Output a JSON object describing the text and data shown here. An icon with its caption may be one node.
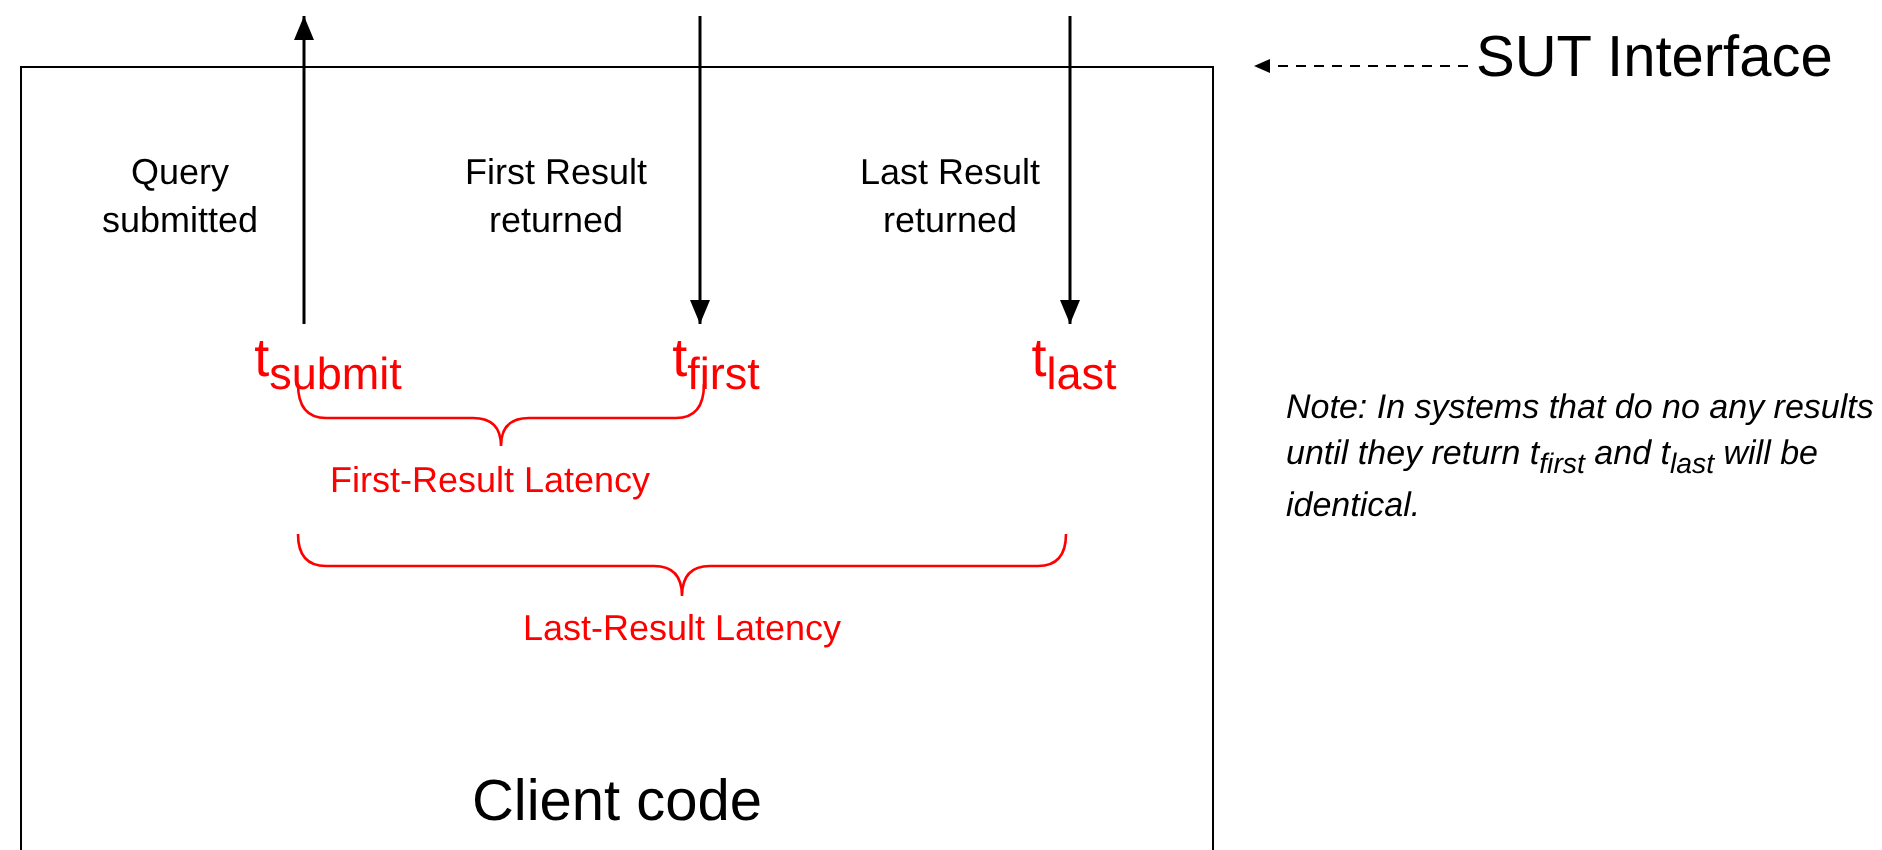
{
  "diagram": {
    "nodes": [
      {
        "text": [
          "Client code"
        ]
      },
      {
        "text": [
          "t$_{submit}$"
        ],
        "in": 0
      },
      {
        "text": [
          "t$_{first}$"
        ],
        "in": 0
      },
      {
        "text": [
          "t$_{last}$"
        ],
        "in": 0
      },
      {
        "text": [
          "SUT Interface"
        ]
      }
    ],
    "edges": [
      {
        "from": 1,
        "to": null,
        "arrow": "to"
      },
      {
        "from": null,
        "to": 2,
        "arrow": "to"
      },
      {
        "from": null,
        "to": 3,
        "arrow": "to"
      },
      {
        "from": 4,
        "to": 0,
        "arrow": "to",
        "style": "dashed"
      }
    ],
    "labels": [
      "Query submitted",
      "First Result returned",
      "Last Result returned",
      "First-Result Latency",
      "Last-Result Latency",
      "Note: In systems that do no any results until they return t$_{first}$ and t$_{last}$ will be identical."
    ]
  }
}
